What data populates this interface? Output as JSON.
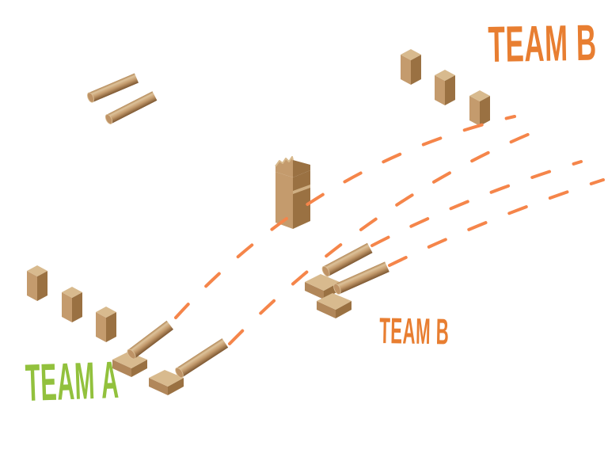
{
  "labels": {
    "team_a": "TEAM A",
    "team_b_baseline": "TEAM B",
    "team_b_field": "TEAM B"
  },
  "colors": {
    "background": "#FFFFFF",
    "team_a_green": "#92C13D",
    "team_b_orange": "#E87E31",
    "trajectory_orange": "#F5854A",
    "wood_top": "#D8BA8E",
    "wood_light": "#C49B6D",
    "wood_mid": "#B1875A",
    "wood_dark": "#9A7142",
    "baton_shadow": "#7C5630",
    "baton_highlight": "#DDC29A",
    "baton_cap": "#BE9366"
  },
  "scene": {
    "staged_batons": 2,
    "team_a_standing_kubbs": 3,
    "team_a_fallen_kubbs": 2,
    "team_a_landed_batons": 2,
    "team_b_standing_kubbs": 3,
    "team_b_fallen_kubbs": 2,
    "team_b_landed_batons": 2,
    "king_pieces": 1,
    "throw_trajectories": 4
  }
}
